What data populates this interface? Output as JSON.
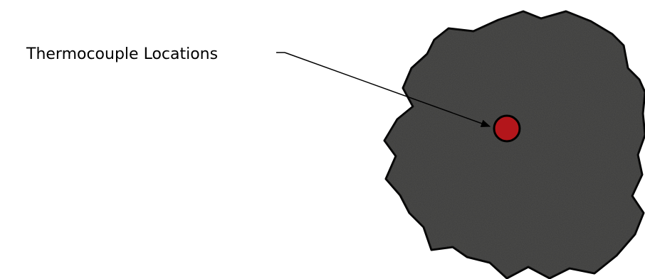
{
  "diagram": {
    "callout_label": "Thermocouple Locations",
    "colors": {
      "specimen_fill": "#3d3d3c",
      "specimen_outline": "#000000",
      "thermocouple_marker": "#b3161b",
      "leader_line": "#000000",
      "label_text": "#000000"
    },
    "icons": {
      "thermocouple_marker": "red-circle",
      "leader_arrow": "arrowhead"
    }
  }
}
